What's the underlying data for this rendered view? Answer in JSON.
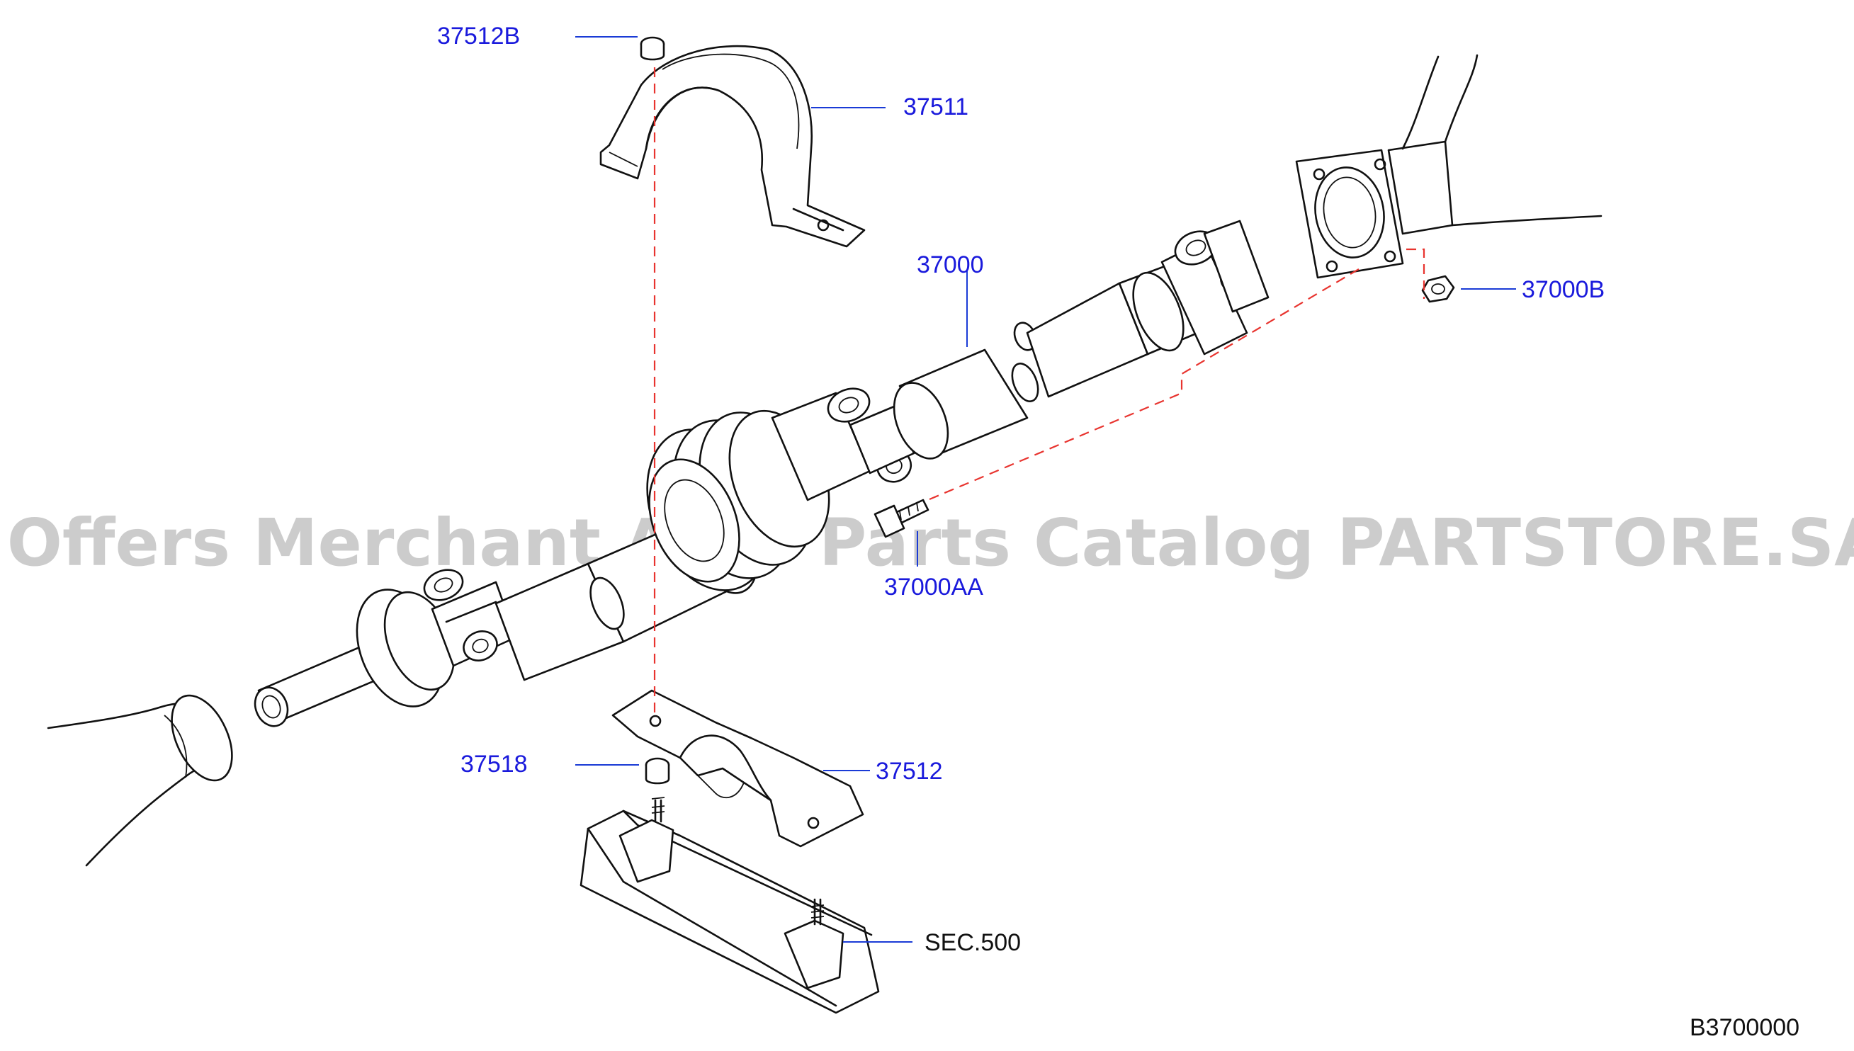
{
  "diagram_id": "B3700000",
  "watermark": "Offers Merchant Auto Parts Catalog PARTSTORE.SA",
  "colors": {
    "callout": "#1a1adc",
    "reference": "#111111",
    "leader": "#1a3bd6",
    "dash": "#e8342f",
    "watermark": "#8f8f8f"
  },
  "callouts": {
    "c37512B": "37512B",
    "c37511": "37511",
    "c37000": "37000",
    "c37000B": "37000B",
    "c37000AA": "37000AA",
    "c37518": "37518",
    "c37512": "37512"
  },
  "references": {
    "sec500": "SEC.500"
  }
}
